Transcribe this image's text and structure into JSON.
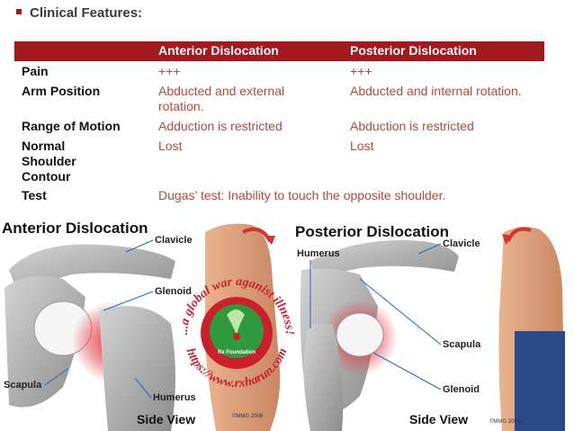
{
  "heading": "Clinical Features:",
  "table": {
    "columns": [
      "Anterior Dislocation",
      "Posterior Dislocation"
    ],
    "rows": [
      {
        "label": "Pain",
        "anterior": "+++",
        "posterior": "+++"
      },
      {
        "label": "Arm Position",
        "anterior": "Abducted and external rotation.",
        "posterior": "Abducted and internal rotation."
      },
      {
        "label": "Range of Motion",
        "anterior": "Adduction is restricted",
        "posterior": "Abduction is restricted"
      },
      {
        "label": "Normal Shoulder Contour",
        "anterior": "Lost",
        "posterior": "Lost"
      },
      {
        "label": "Test",
        "anterior": "Dugas’ test: Inability to touch the opposite shoulder.",
        "posterior": ""
      }
    ]
  },
  "illustrations": {
    "anterior": {
      "title": "Anterior Dislocation",
      "labels": {
        "clavicle": "Clavicle",
        "glenoid": "Glenoid",
        "scapula": "Scapula",
        "humerus": "Humerus"
      },
      "view": "Side View",
      "copyright": "©MMG 2008"
    },
    "posterior": {
      "title": "Posterior Dislocation",
      "labels": {
        "humerus": "Humerus",
        "clavicle": "Clavicle",
        "scapula": "Scapula",
        "glenoid": "Glenoid"
      },
      "view": "Side View",
      "copyright": "©MMG 2008"
    }
  },
  "watermark": {
    "arc_top": "...a global war aganist illness!",
    "arc_bottom": "https://www.rxharun.com",
    "center": "Rx Foundation"
  },
  "colors": {
    "accent": "#a31a1e",
    "cell_text": "#b34a3a",
    "watermark": "#cc1e2b"
  }
}
